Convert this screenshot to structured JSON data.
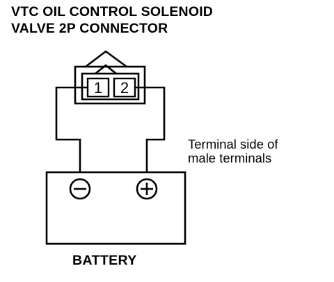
{
  "title": {
    "line1": "VTC OIL CONTROL SOLENOID",
    "line2": "VALVE 2P CONNECTOR"
  },
  "connector": {
    "pins": [
      "1",
      "2"
    ]
  },
  "note": {
    "line1": "Terminal side of",
    "line2": "male terminals"
  },
  "battery": {
    "label": "BATTERY",
    "negative_terminal_icon": "minus-circle-icon",
    "positive_terminal_icon": "plus-circle-icon"
  }
}
